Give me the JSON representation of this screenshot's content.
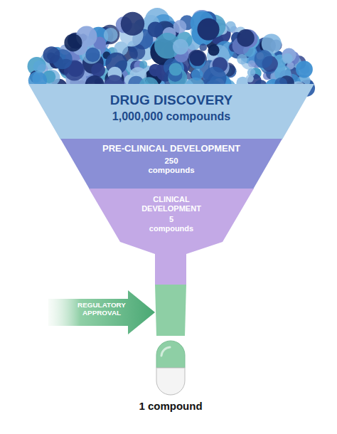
{
  "diagram": {
    "nodes": [
      {
        "text": [
          "DRUG DISCOVERY",
          "1,000,000 compounds"
        ]
      },
      {
        "text": [
          "PRE-CLINICAL DEVELOPMENT",
          "250 compounds"
        ]
      },
      {
        "text": [
          "CLINICAL DEVELOPMENT",
          "5 compounds"
        ]
      },
      {
        "text": [
          "REGULATORY APPROVAL"
        ]
      },
      {
        "text": [
          "1 compound"
        ]
      }
    ]
  }
}
